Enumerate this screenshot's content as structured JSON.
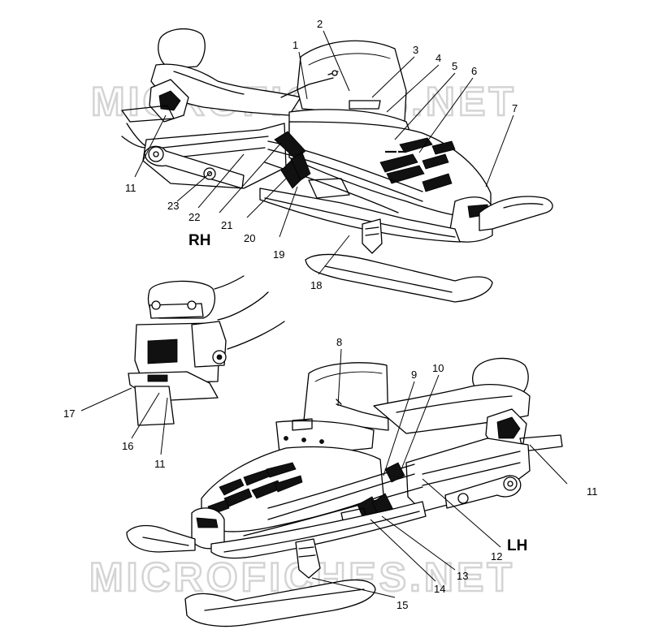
{
  "watermark": {
    "text": "MICROFICHES.NET"
  },
  "views": [
    {
      "id": "rh",
      "label": "RH"
    },
    {
      "id": "lh",
      "label": "LH"
    }
  ],
  "callouts": [
    {
      "id": "c1",
      "number": "1"
    },
    {
      "id": "c2",
      "number": "2"
    },
    {
      "id": "c3",
      "number": "3"
    },
    {
      "id": "c4",
      "number": "4"
    },
    {
      "id": "c5",
      "number": "5"
    },
    {
      "id": "c6",
      "number": "6"
    },
    {
      "id": "c7",
      "number": "7"
    },
    {
      "id": "c8",
      "number": "8"
    },
    {
      "id": "c9",
      "number": "9"
    },
    {
      "id": "c10",
      "number": "10"
    },
    {
      "id": "c11a",
      "number": "11"
    },
    {
      "id": "c11b",
      "number": "11"
    },
    {
      "id": "c11c",
      "number": "11"
    },
    {
      "id": "c12",
      "number": "12"
    },
    {
      "id": "c13",
      "number": "13"
    },
    {
      "id": "c14",
      "number": "14"
    },
    {
      "id": "c15",
      "number": "15"
    },
    {
      "id": "c16",
      "number": "16"
    },
    {
      "id": "c17",
      "number": "17"
    },
    {
      "id": "c18",
      "number": "18"
    },
    {
      "id": "c19",
      "number": "19"
    },
    {
      "id": "c20",
      "number": "20"
    },
    {
      "id": "c21",
      "number": "21"
    },
    {
      "id": "c22",
      "number": "22"
    },
    {
      "id": "c23",
      "number": "23"
    }
  ],
  "colors": {
    "line": "#000000",
    "background": "#ffffff",
    "watermark": "#d4d4d4"
  }
}
